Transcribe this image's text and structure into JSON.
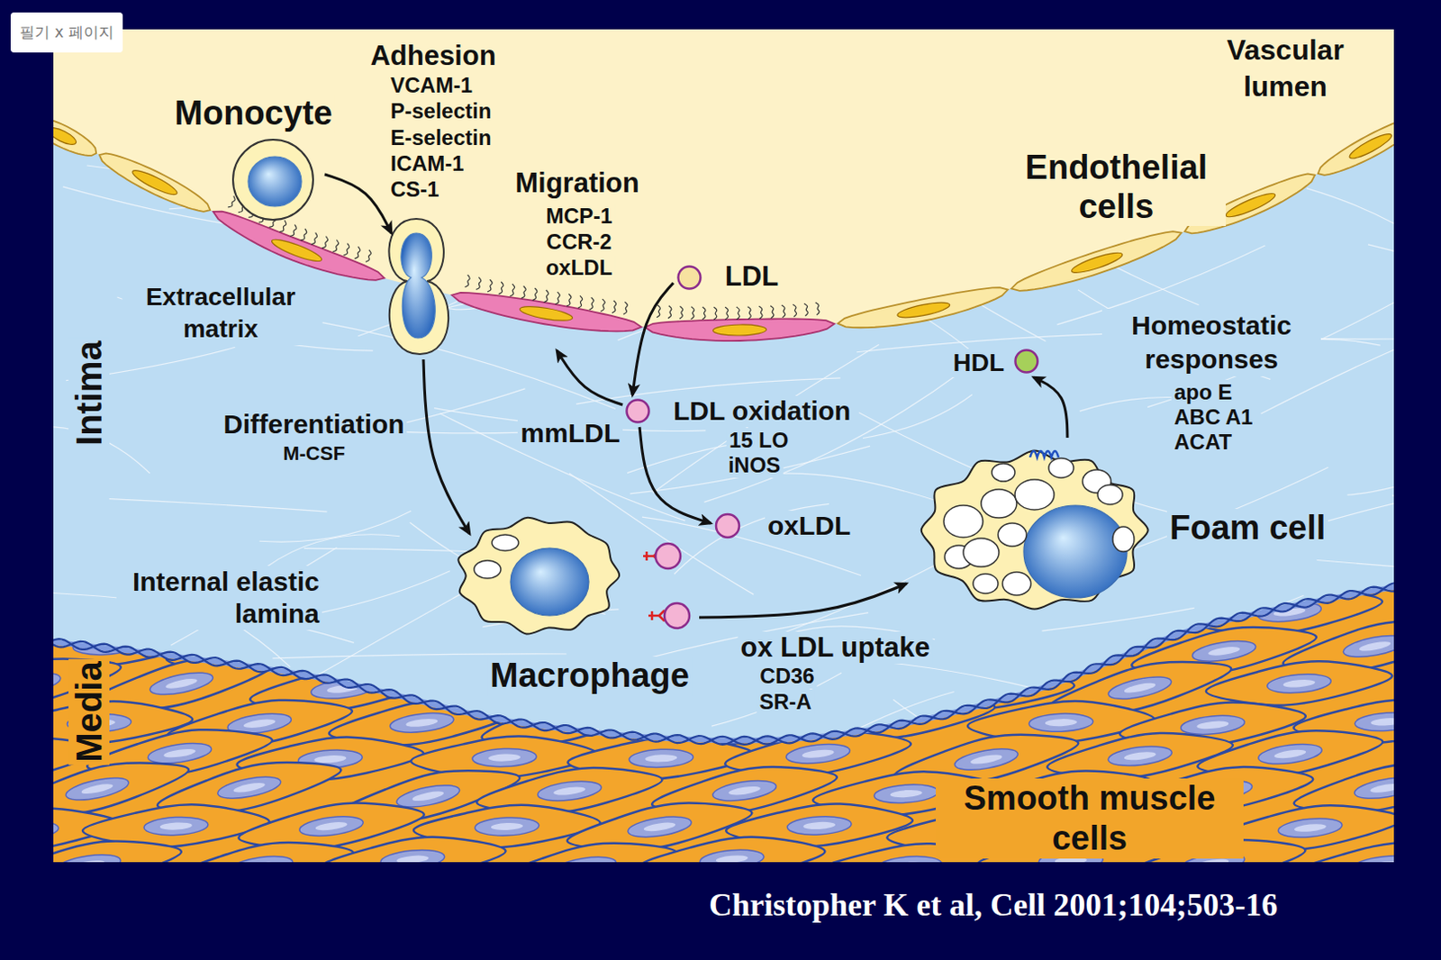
{
  "diagram": {
    "caption": "Christopher K et al, Cell 2001;104;503-16",
    "nodes": [
      {
        "text": [
          "Monocyte"
        ]
      },
      {
        "text": [
          "LDL"
        ]
      },
      {
        "text": [
          "mmLDL"
        ]
      },
      {
        "text": [
          "oxLDL"
        ]
      },
      {
        "text": [
          "Macrophage"
        ]
      },
      {
        "text": [
          "Foam cell"
        ]
      },
      {
        "text": [
          "HDL"
        ]
      }
    ],
    "edges": [
      {
        "from": 1,
        "to": 2,
        "arrow": "to"
      },
      {
        "from": 2,
        "to": 3,
        "arrow": "to"
      },
      {
        "from": 4,
        "to": 5,
        "arrow": "to"
      },
      {
        "from": 5,
        "to": 6,
        "arrow": "to"
      }
    ],
    "labels": [
      "필기 x 페이지",
      "Vascular lumen",
      "Adhesion",
      "VCAM-1",
      "P-selectin",
      "E-selectin",
      "ICAM-1",
      "CS-1",
      "Migration",
      "MCP-1",
      "CCR-2",
      "oxLDL",
      "Endothelial cells",
      "Extracellular matrix",
      "Intima",
      "Differentiation",
      "M-CSF",
      "LDL oxidation",
      "15 LO",
      "iNOS",
      "Homeostatic responses",
      "apo E",
      "ABC A1",
      "ACAT",
      "Internal elastic lamina",
      "ox LDL uptake",
      "CD36",
      "SR-A",
      "Media",
      "Smooth muscle cells"
    ]
  }
}
